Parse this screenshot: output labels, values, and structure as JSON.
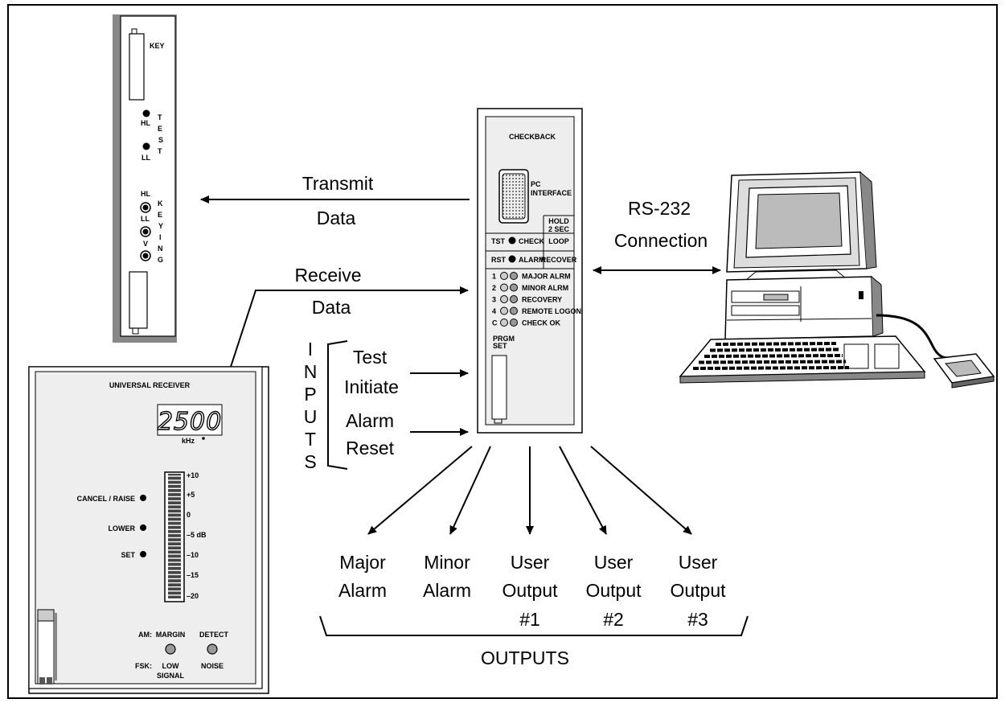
{
  "labels": {
    "transmit": "Transmit",
    "transmit_data": "Data",
    "receive": "Receive",
    "receive_data": "Data",
    "rs232": "RS-232",
    "connection": "Connection",
    "inputs": [
      "I",
      "N",
      "P",
      "U",
      "T",
      "S"
    ],
    "test": "Test",
    "initiate": "Initiate",
    "alarm": "Alarm",
    "reset": "Reset",
    "outputs": [
      [
        "Major",
        "Alarm"
      ],
      [
        "Minor",
        "Alarm"
      ],
      [
        "User",
        "Output",
        "#1"
      ],
      [
        "User",
        "Output",
        "#2"
      ],
      [
        "User",
        "Output",
        "#3"
      ]
    ],
    "outputs_title": "OUTPUTS"
  },
  "transmitter_card": {
    "key": "KEY",
    "test_letters": [
      "T",
      "E",
      "S",
      "T"
    ],
    "keying_letters": [
      "K",
      "E",
      "Y",
      "I",
      "N",
      "G"
    ],
    "hl": "HL",
    "ll": "LL",
    "hl2": "HL",
    "ll2": "LL",
    "v": "V"
  },
  "checkback": {
    "title": "CHECKBACK",
    "pc": "PC",
    "interface": "INTERFACE",
    "hold": "HOLD",
    "two_sec": "2 SEC",
    "tst": "TST",
    "check": "CHECK",
    "loop": "LOOP",
    "rst": "RST",
    "alarm": "ALARM",
    "recover": "RECOVER",
    "leds": [
      {
        "id": "1",
        "label": "MAJOR ALRM"
      },
      {
        "id": "2",
        "label": "MINOR ALRM"
      },
      {
        "id": "3",
        "label": "RECOVERY"
      },
      {
        "id": "4",
        "label": "REMOTE LOGON"
      },
      {
        "id": "C",
        "label": "CHECK OK"
      }
    ],
    "prgm": "PRGM",
    "set": "SET"
  },
  "receiver": {
    "title": "UNIVERSAL RECEIVER",
    "display": "2500",
    "unit": "kHz",
    "cancel_raise": "CANCEL / RAISE",
    "lower": "LOWER",
    "set": "SET",
    "scale": [
      "+10",
      "+5",
      "0",
      "–5 dB",
      "–10",
      "–15",
      "–20"
    ],
    "am": "AM:",
    "margin": "MARGIN",
    "detect": "DETECT",
    "fsk": "FSK:",
    "low": "LOW",
    "signal": "SIGNAL",
    "noise": "NOISE"
  }
}
